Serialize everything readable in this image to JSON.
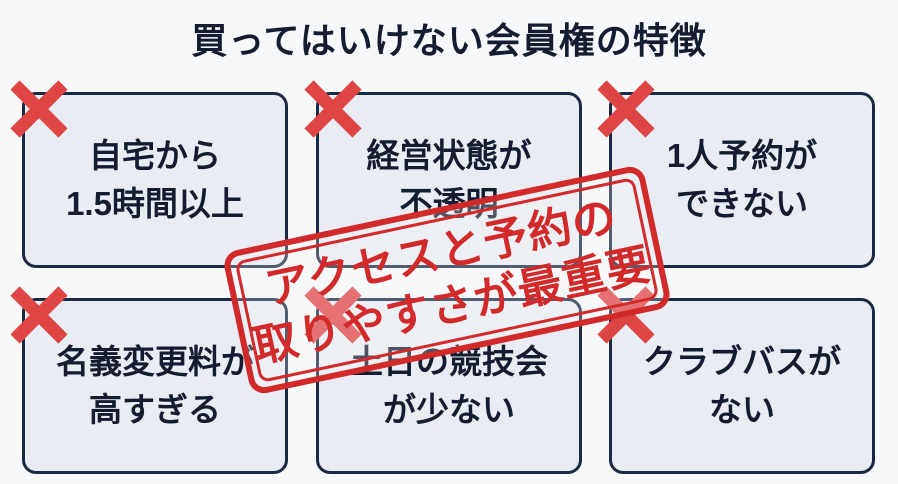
{
  "title": "買ってはいけない会員権の特徴",
  "colors": {
    "card_border": "#1b2a44",
    "card_bg": "#e9ecf2",
    "cross": "#e04545",
    "stamp": "#d22a2a"
  },
  "cards": [
    {
      "text": "自宅から\n1.5時間以上",
      "icon": "cross-icon"
    },
    {
      "text": "経営状態が\n不透明",
      "icon": "cross-icon"
    },
    {
      "text": "1人予約が\nできない",
      "icon": "cross-icon"
    },
    {
      "text": "名義変更料が\n高すぎる",
      "icon": "cross-icon"
    },
    {
      "text": "土日の競技会\nが少ない",
      "icon": "cross-icon"
    },
    {
      "text": "クラブバスが\nない",
      "icon": "cross-icon"
    }
  ],
  "stamp": {
    "line1": "アクセスと予約の",
    "line2": "取りやすさが最重要"
  }
}
